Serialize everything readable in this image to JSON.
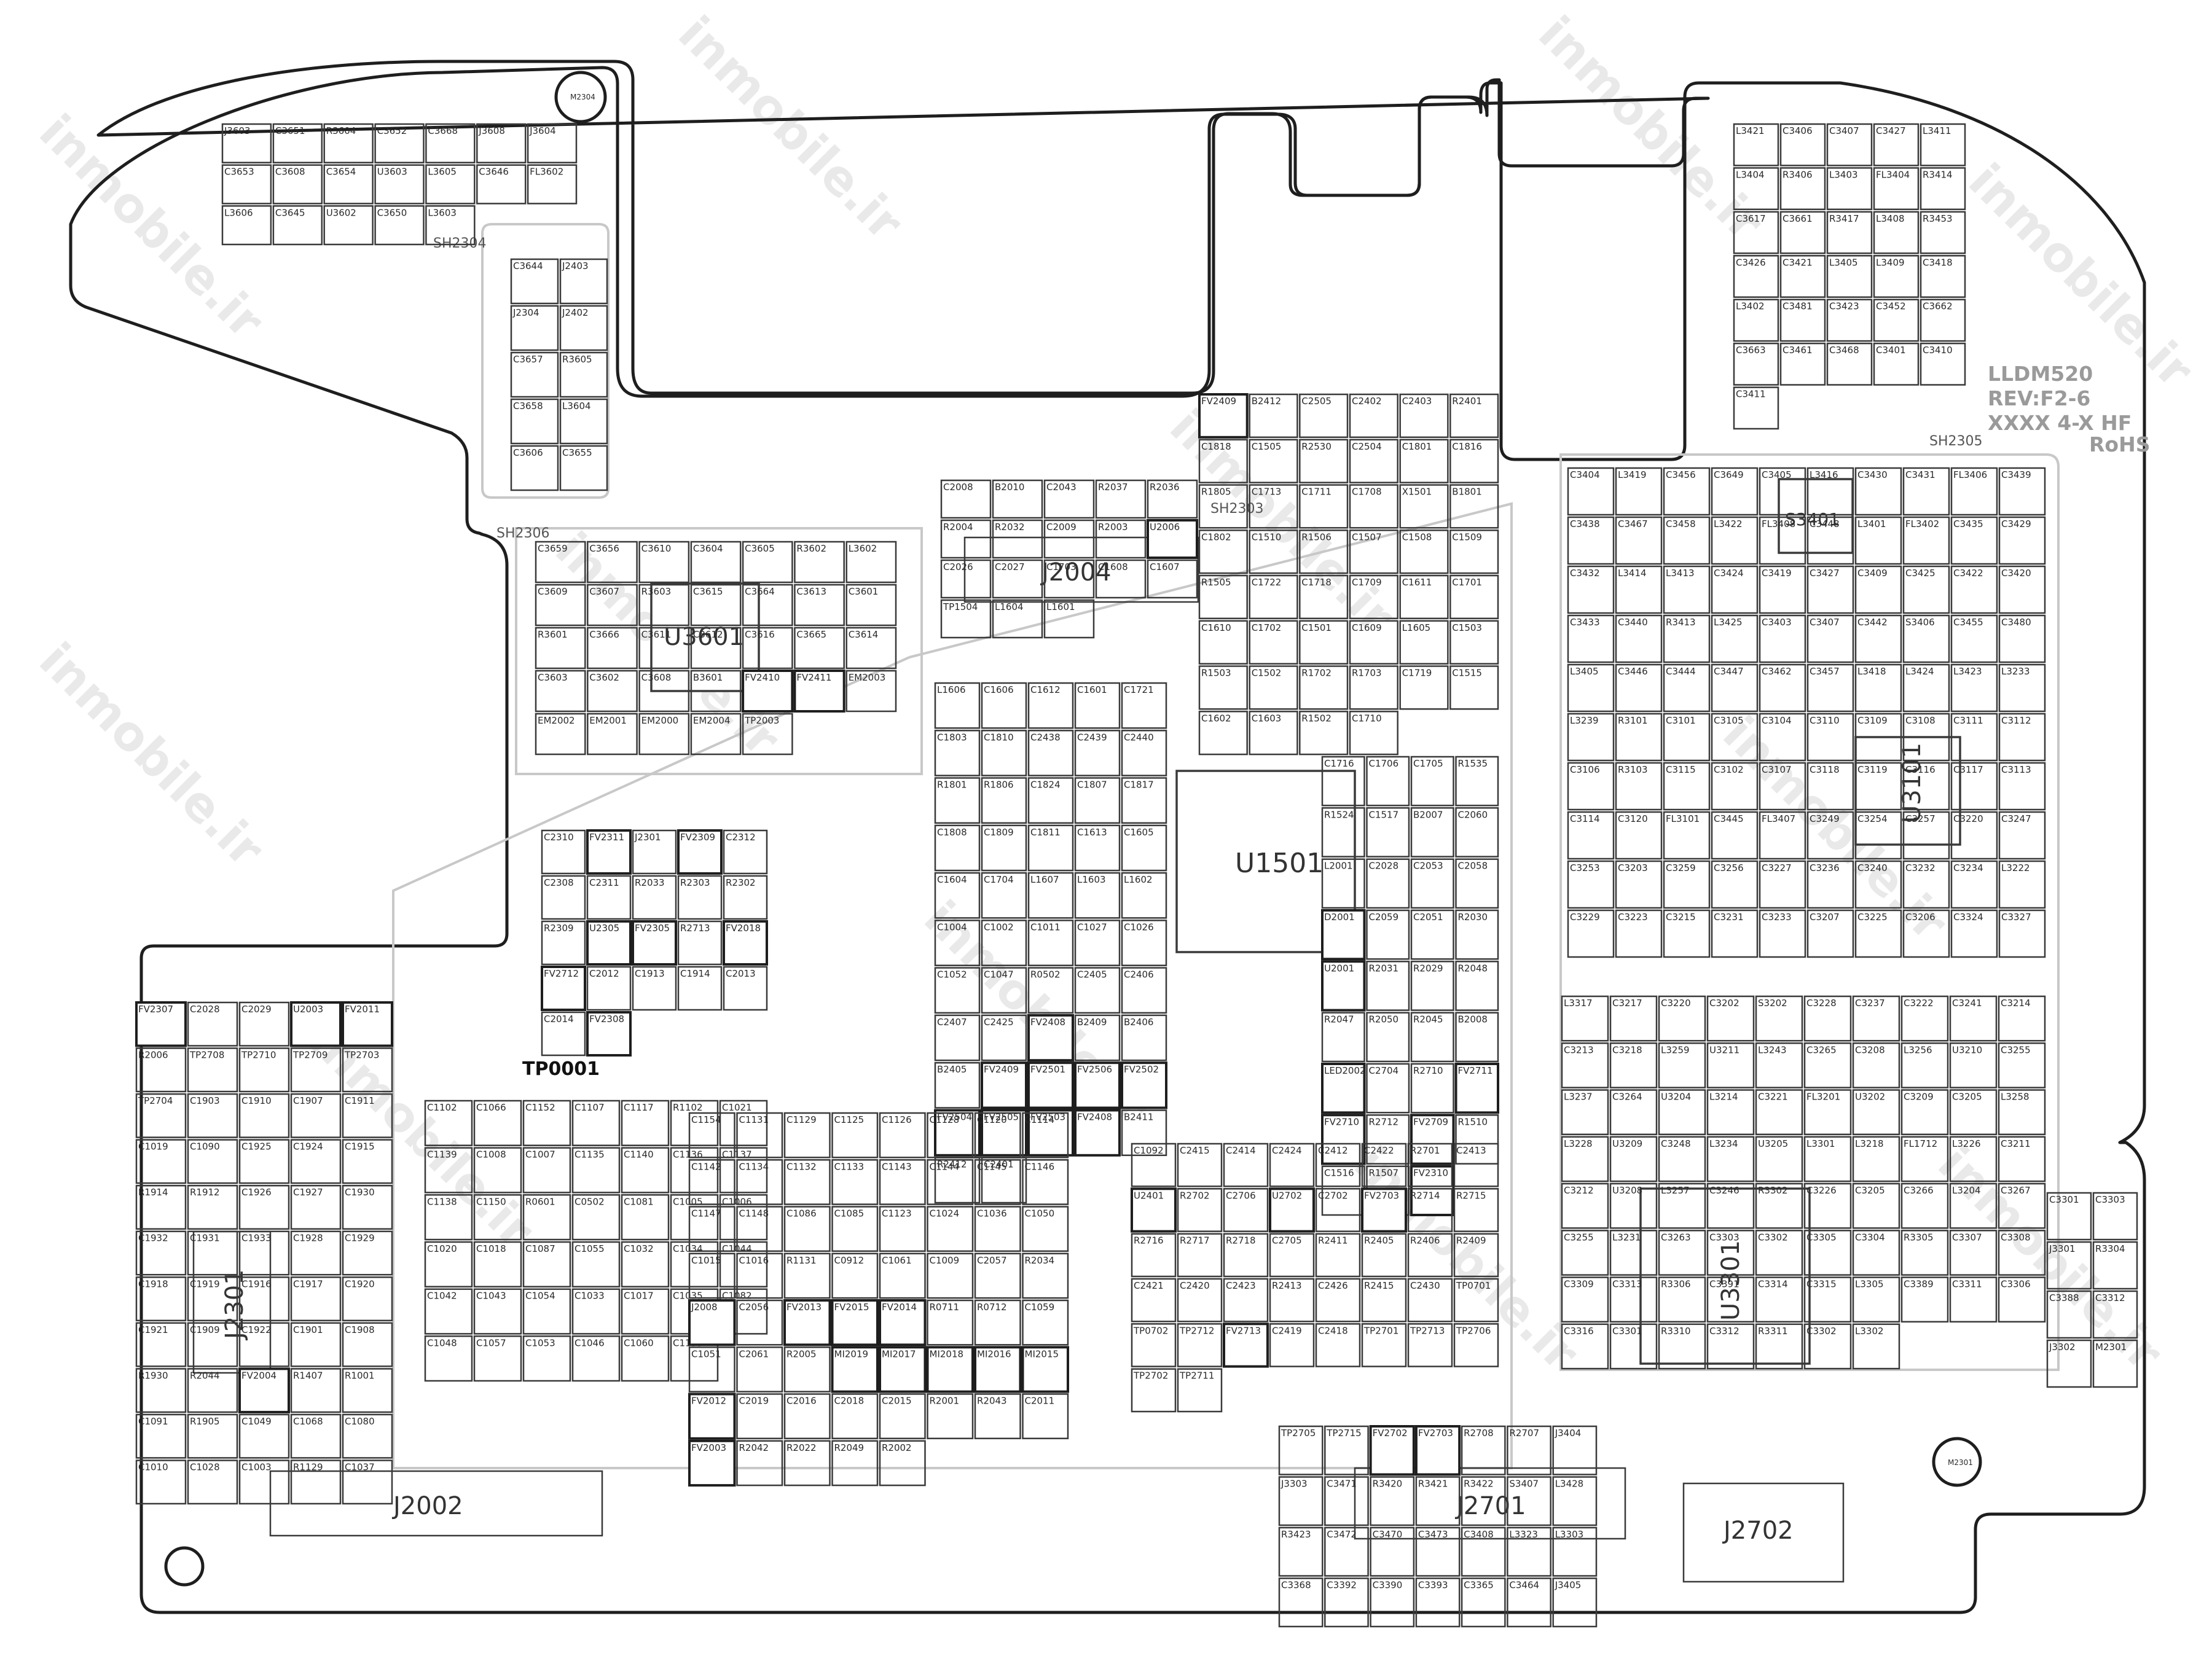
{
  "board": {
    "revision_lines": [
      "LLDM520",
      "REV:F2-6",
      "XXXX 4-X   HF",
      "RoHS"
    ],
    "watermark": "inmobile.ir"
  },
  "shields": [
    "SH2304",
    "SH2306",
    "SH2303",
    "SH2305"
  ],
  "connectors": [
    "J2004",
    "J2002",
    "J2701",
    "J2702",
    "J2301"
  ],
  "large_chips": [
    "U1501",
    "U3601",
    "U3101",
    "U3301",
    "S3401"
  ],
  "test_point": "TP0001",
  "mounting_holes": [
    "M2304",
    "M2301"
  ],
  "components": [
    "J3603",
    "C3651",
    "R3604",
    "C3652",
    "C3668",
    "J3608",
    "J3604",
    "C3653",
    "C3608",
    "C3654",
    "U3603",
    "L3605",
    "C3646",
    "FL3602",
    "L3606",
    "C3645",
    "U3602",
    "C3650",
    "L3603",
    "C3644",
    "J2403",
    "J2304",
    "J2402",
    "C3657",
    "R3605",
    "C3658",
    "L3604",
    "C3606",
    "C3655",
    "C3659",
    "C3656",
    "C3610",
    "C3604",
    "C3605",
    "R3602",
    "L3602",
    "C3609",
    "C3607",
    "R3603",
    "C3615",
    "C3664",
    "C3613",
    "C3601",
    "R3601",
    "C3666",
    "C3611",
    "C3612",
    "C3616",
    "C3665",
    "C3614",
    "C3603",
    "C3602",
    "C3608",
    "B3601",
    "FV2410",
    "FV2411",
    "EM2003",
    "EM2002",
    "EM2001",
    "EM2000",
    "EM2004",
    "TP2003",
    "C2008",
    "B2010",
    "C2043",
    "R2037",
    "R2036",
    "R2004",
    "R2032",
    "C2009",
    "R2003",
    "U2006",
    "C2026",
    "C2027",
    "C1703",
    "C1608",
    "C1607",
    "TP1504",
    "L1604",
    "L1601",
    "L1606",
    "C1606",
    "C1612",
    "C1601",
    "C1721",
    "C1803",
    "C1810",
    "C2438",
    "C2439",
    "C2440",
    "R1801",
    "R1806",
    "C1824",
    "C1807",
    "C1817",
    "C1808",
    "C1809",
    "C1811",
    "C1613",
    "C1605",
    "C1604",
    "C1704",
    "L1607",
    "L1603",
    "L1602",
    "C1004",
    "C1002",
    "C1011",
    "C1027",
    "C1026",
    "C1052",
    "C1047",
    "R0502",
    "C2405",
    "C2406",
    "C2407",
    "C2425",
    "FV2408",
    "B2409",
    "B2406",
    "B2405",
    "FV2409",
    "FV2501",
    "FV2506",
    "FV2502",
    "FV2504",
    "FV2505",
    "FV2503",
    "FV2408",
    "B2411",
    "R2412",
    "C2401",
    "FV2409",
    "B2412",
    "C2505",
    "C2402",
    "C2403",
    "R2401",
    "C1818",
    "C1505",
    "R2530",
    "C2504",
    "C1801",
    "C1816",
    "R1805",
    "C1713",
    "C1711",
    "C1708",
    "X1501",
    "B1801",
    "C1802",
    "C1510",
    "R1506",
    "C1507",
    "C1508",
    "C1509",
    "R1505",
    "C1722",
    "C1718",
    "C1709",
    "C1611",
    "C1701",
    "C1610",
    "C1702",
    "C1501",
    "C1609",
    "L1605",
    "C1503",
    "R1503",
    "C1502",
    "R1702",
    "R1703",
    "C1719",
    "C1515",
    "C1602",
    "C1603",
    "R1502",
    "C1710",
    "C1716",
    "C1706",
    "C1705",
    "R1535",
    "R1524",
    "C1517",
    "B2007",
    "C2060",
    "L2001",
    "C2028",
    "C2053",
    "C2058",
    "D2001",
    "C2059",
    "C2051",
    "R2030",
    "U2001",
    "R2031",
    "R2029",
    "R2048",
    "R2047",
    "R2050",
    "R2045",
    "B2008",
    "LED2002",
    "C2704",
    "R2710",
    "FV2711",
    "FV2710",
    "R2712",
    "FV2709",
    "R1510",
    "C1516",
    "R1507",
    "FV2310",
    "C2310",
    "FV2311",
    "J2301",
    "FV2309",
    "C2312",
    "C2308",
    "C2311",
    "R2033",
    "R2303",
    "R2302",
    "R2309",
    "U2305",
    "FV2305",
    "R2713",
    "FV2018",
    "FV2712",
    "C2012",
    "C1913",
    "C1914",
    "C2013",
    "C2014",
    "FV2308",
    "FV2307",
    "C2028",
    "C2029",
    "U2003",
    "FV2011",
    "R2006",
    "TP2708",
    "TP2710",
    "TP2709",
    "TP2703",
    "TP2704",
    "C1903",
    "C1910",
    "C1907",
    "C1911",
    "C1019",
    "C1090",
    "C1925",
    "C1924",
    "C1915",
    "R1914",
    "R1912",
    "C1926",
    "C1927",
    "C1930",
    "C1932",
    "C1931",
    "C1933",
    "C1928",
    "C1929",
    "C1918",
    "C1919",
    "C1916",
    "C1917",
    "C1920",
    "C1921",
    "C1909",
    "C1922",
    "C1901",
    "C1908",
    "R1930",
    "R2044",
    "FV2004",
    "R1407",
    "R1001",
    "C1091",
    "R1905",
    "C1049",
    "C1068",
    "C1080",
    "C1010",
    "C1028",
    "C1003",
    "R1129",
    "C1037",
    "C1102",
    "C1066",
    "C1152",
    "C1107",
    "C1117",
    "R1102",
    "C1021",
    "C1139",
    "C1008",
    "C1007",
    "C1135",
    "C1140",
    "C1136",
    "C1137",
    "C1138",
    "C1150",
    "R0601",
    "C0502",
    "C1081",
    "C1005",
    "C1006",
    "C1020",
    "C1018",
    "C1087",
    "C1055",
    "C1032",
    "C1034",
    "C1044",
    "C1042",
    "C1043",
    "C1054",
    "C1033",
    "C1017",
    "C1035",
    "C1082",
    "C1048",
    "C1057",
    "C1053",
    "C1046",
    "C1060",
    "C1153",
    "C1154",
    "C1131",
    "C1129",
    "C1125",
    "C1126",
    "C1128",
    "C1120",
    "C1114",
    "C1142",
    "C1134",
    "C1132",
    "C1133",
    "C1143",
    "C1144",
    "C1145",
    "C1146",
    "C1147",
    "C1148",
    "C1086",
    "C1085",
    "C1123",
    "C1024",
    "C1036",
    "C1050",
    "C1015",
    "C1016",
    "R1131",
    "C0912",
    "C1061",
    "C1009",
    "C2057",
    "R2034",
    "J2008",
    "C2056",
    "FV2013",
    "FV2015",
    "FV2014",
    "R0711",
    "R0712",
    "C1059",
    "C1051",
    "C2061",
    "R2005",
    "MI2019",
    "MI2017",
    "MI2018",
    "MI2016",
    "MI2015",
    "FV2012",
    "C2019",
    "C2016",
    "C2018",
    "C2015",
    "R2001",
    "R2043",
    "C2011",
    "FV2003",
    "R2042",
    "R2022",
    "R2049",
    "R2002",
    "C1092",
    "C2415",
    "C2414",
    "C2424",
    "C2412",
    "C2422",
    "R2701",
    "C2413",
    "U2401",
    "R2702",
    "C2706",
    "U2702",
    "C2702",
    "FV2703",
    "R2714",
    "R2715",
    "R2716",
    "R2717",
    "R2718",
    "C2705",
    "R2411",
    "R2405",
    "R2406",
    "R2409",
    "C2421",
    "C2420",
    "C2423",
    "R2413",
    "C2426",
    "R2415",
    "C2430",
    "TP0701",
    "TP0702",
    "TP2712",
    "FV2713",
    "C2419",
    "C2418",
    "TP2701",
    "TP2713",
    "TP2706",
    "TP2702",
    "TP2711",
    "TP2705",
    "TP2715",
    "FV2702",
    "FV2703",
    "R2708",
    "R2707",
    "J3404",
    "J3303",
    "C3471",
    "R3420",
    "R3421",
    "R3422",
    "S3407",
    "L3428",
    "R3423",
    "C3472",
    "C3470",
    "C3473",
    "C3408",
    "L3323",
    "L3303",
    "C3368",
    "C3392",
    "C3390",
    "C3393",
    "C3365",
    "C3464",
    "J3405",
    "L3421",
    "C3406",
    "C3407",
    "C3427",
    "L3411",
    "L3404",
    "R3406",
    "L3403",
    "FL3404",
    "R3414",
    "C3617",
    "C3661",
    "R3417",
    "L3408",
    "R3453",
    "C3426",
    "C3421",
    "L3405",
    "L3409",
    "C3418",
    "L3402",
    "C3481",
    "C3423",
    "C3452",
    "C3662",
    "C3663",
    "C3461",
    "C3468",
    "C3401",
    "C3410",
    "C3411",
    "C3404",
    "L3419",
    "C3456",
    "C3649",
    "C3405",
    "L3416",
    "C3430",
    "C3431",
    "FL3406",
    "C3439",
    "C3438",
    "C3467",
    "C3458",
    "L3422",
    "FL3408",
    "C3448",
    "L3401",
    "FL3402",
    "C3435",
    "C3429",
    "C3432",
    "L3414",
    "L3413",
    "C3424",
    "C3419",
    "C3427",
    "C3409",
    "C3425",
    "C3422",
    "C3420",
    "C3433",
    "C3440",
    "R3413",
    "L3425",
    "C3403",
    "C3407",
    "C3442",
    "S3406",
    "C3455",
    "C3480",
    "L3405",
    "C3446",
    "C3444",
    "C3447",
    "C3462",
    "C3457",
    "L3418",
    "L3424",
    "L3423",
    "L3233",
    "L3239",
    "R3101",
    "C3101",
    "C3105",
    "C3104",
    "C3110",
    "C3109",
    "C3108",
    "C3111",
    "C3112",
    "C3106",
    "R3103",
    "C3115",
    "C3102",
    "C3107",
    "C3118",
    "C3119",
    "C3116",
    "C3117",
    "C3113",
    "C3114",
    "C3120",
    "FL3101",
    "C3445",
    "FL3407",
    "C3249",
    "C3254",
    "C3257",
    "C3220",
    "C3247",
    "C3253",
    "C3203",
    "C3259",
    "C3256",
    "C3227",
    "C3236",
    "C3240",
    "C3232",
    "C3234",
    "L3222",
    "C3229",
    "C3223",
    "C3215",
    "C3231",
    "C3233",
    "C3207",
    "C3225",
    "C3206",
    "C3324",
    "C3327",
    "L3317",
    "C3217",
    "C3220",
    "C3202",
    "S3202",
    "C3228",
    "C3237",
    "C3222",
    "C3241",
    "C3214",
    "C3213",
    "C3218",
    "L3259",
    "U3211",
    "L3243",
    "C3265",
    "C3208",
    "L3256",
    "U3210",
    "C3255",
    "L3237",
    "C3264",
    "U3204",
    "L3214",
    "C3221",
    "FL3201",
    "U3202",
    "C3209",
    "C3205",
    "L3258",
    "L3228",
    "U3209",
    "C3248",
    "L3234",
    "U3205",
    "L3301",
    "L3218",
    "FL1712",
    "L3226",
    "C3211",
    "C3212",
    "U3208",
    "L3257",
    "C3246",
    "R3302",
    "C3226",
    "C3205",
    "C3266",
    "L3204",
    "C3267",
    "C3255",
    "L3231",
    "C3263",
    "C3303",
    "C3302",
    "C3305",
    "C3304",
    "R3305",
    "C3307",
    "C3308",
    "C3309",
    "C3313",
    "R3306",
    "C3391",
    "C3314",
    "C3315",
    "L3305",
    "C3389",
    "C3311",
    "C3306",
    "C3316",
    "C3301",
    "R3310",
    "C3312",
    "R3311",
    "C3302",
    "L3302",
    "C3301",
    "C3303",
    "J3301",
    "R3304",
    "C3388",
    "C3312",
    "J3302",
    "M2301"
  ]
}
